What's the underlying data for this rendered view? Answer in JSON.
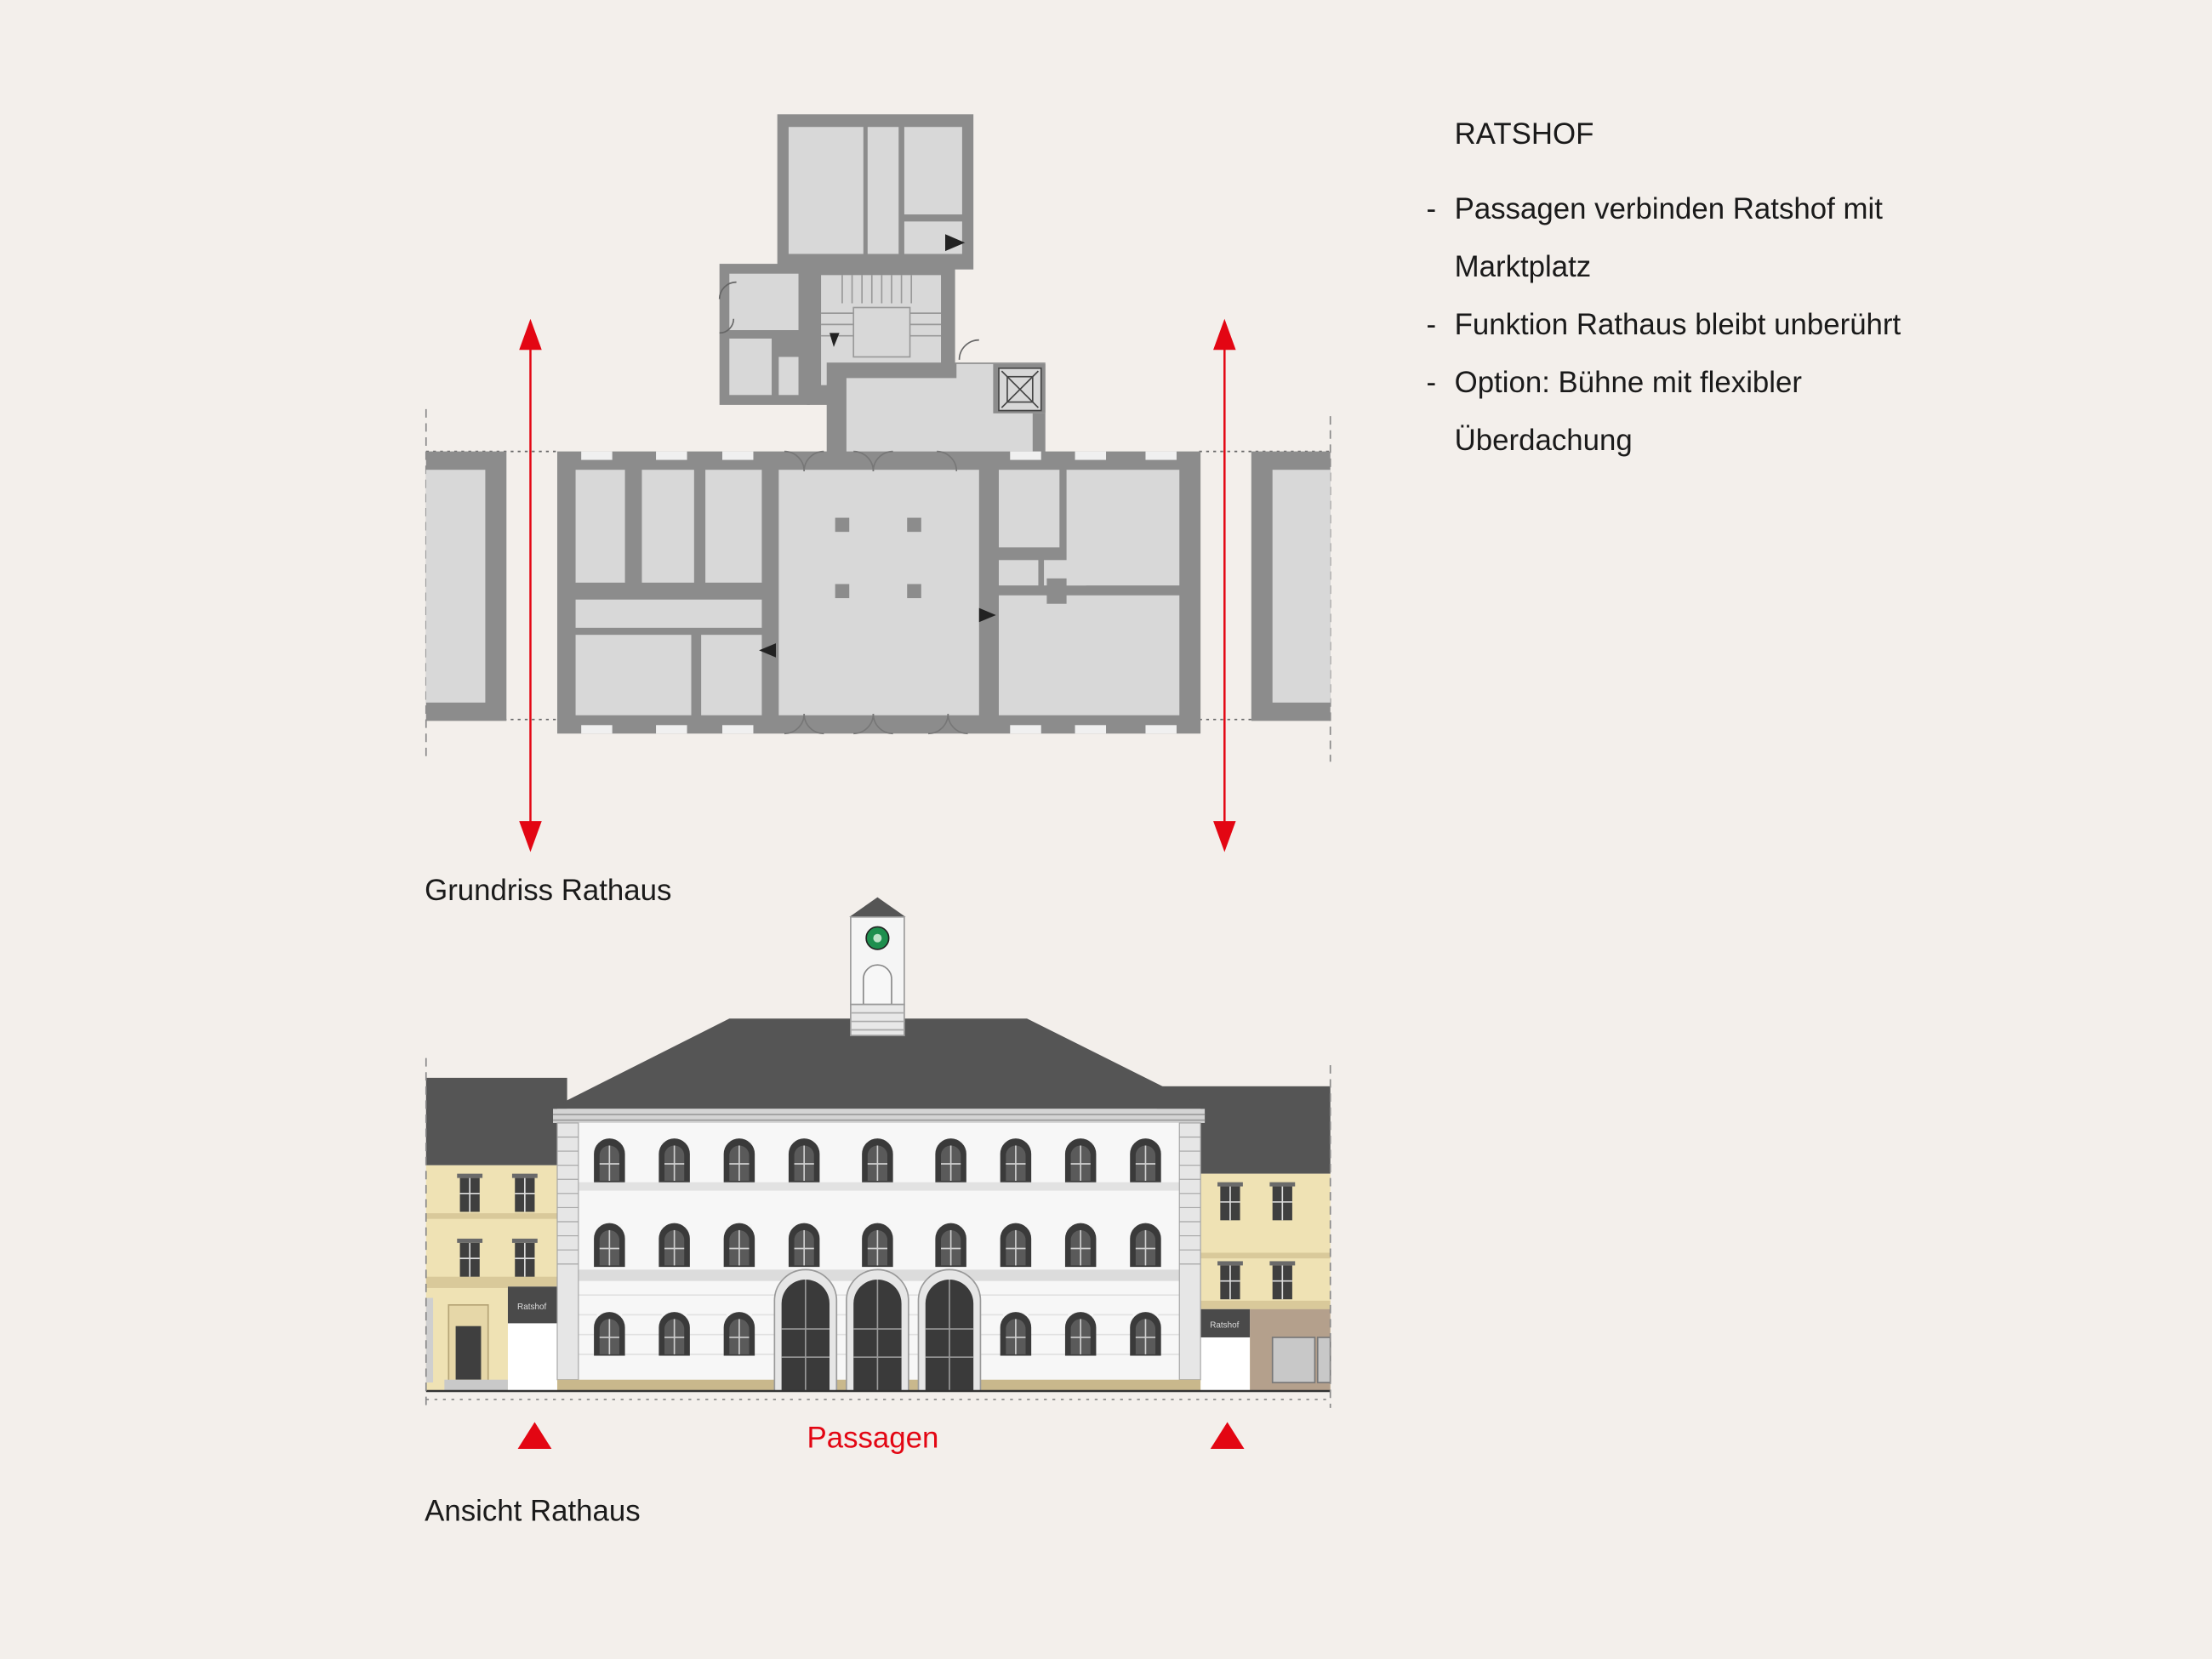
{
  "panel": {
    "heading": "RATSHOF",
    "bullets": [
      {
        "dash": "-",
        "text": "Passagen verbinden Ratshof mit Marktplatz"
      },
      {
        "dash": "-",
        "text": "Funktion Rathaus bleibt unberührt"
      },
      {
        "dash": "-",
        "text": "Option: Bühne mit flexibler Überdachung"
      }
    ]
  },
  "floorplan": {
    "caption": "Grundriss Rathaus"
  },
  "elevation": {
    "caption": "Ansicht Rathaus",
    "passage_label": "Passagen",
    "shop_sign": "Ratshof"
  },
  "colors": {
    "background": "#f3efeb",
    "wall": "#8c8c8c",
    "room": "#d8d8d8",
    "arrow_red": "#e30613",
    "roof": "#555555",
    "facade": "#f7f7f7",
    "neighbor_yellow": "#efe2b4",
    "neighbor_brown": "#b4a08c"
  }
}
